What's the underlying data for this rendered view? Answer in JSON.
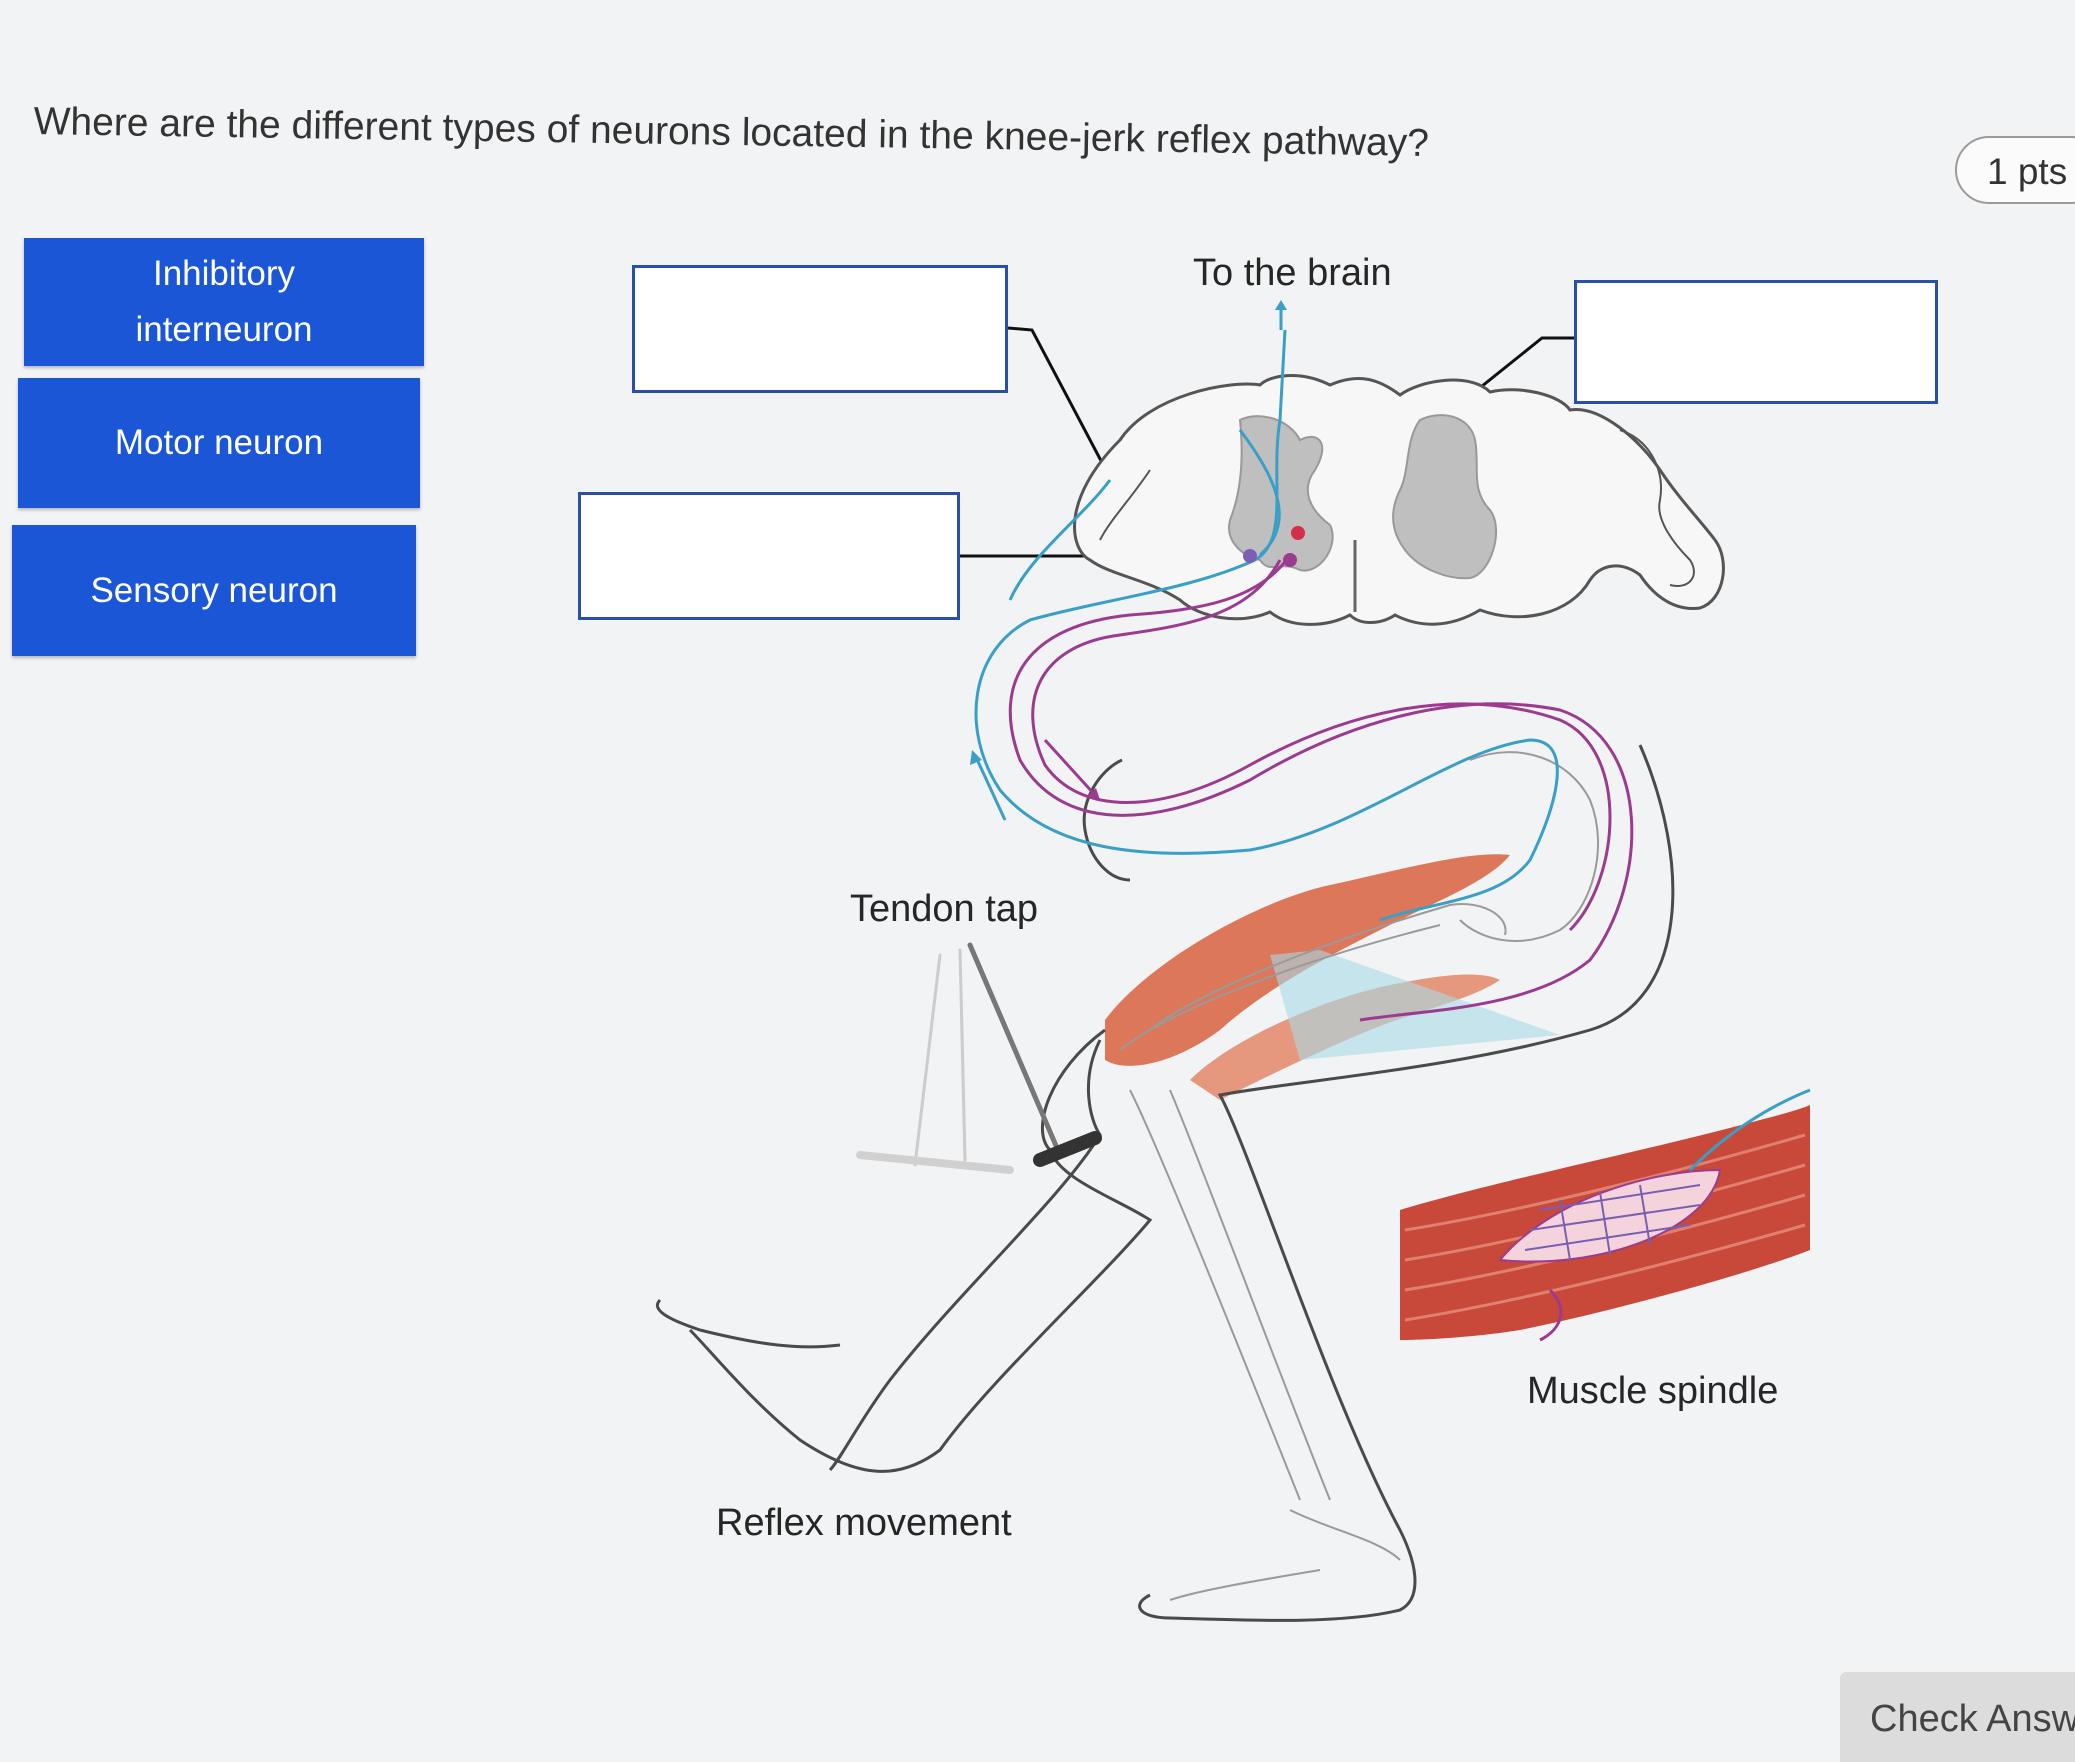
{
  "question": "Where are the different types of neurons located in the knee-jerk reflex pathway?",
  "points": "1 pts",
  "drag_items": [
    {
      "line1": "Inhibitory",
      "line2": "interneuron"
    },
    {
      "line1": "Motor neuron",
      "line2": ""
    },
    {
      "line1": "Sensory neuron",
      "line2": ""
    }
  ],
  "labels": {
    "to_brain": "To the brain",
    "tendon_tap": "Tendon tap",
    "muscle_spindle": "Muscle spindle",
    "reflex_movement": "Reflex movement"
  },
  "check_button": "Check Answ",
  "colors": {
    "accent": "#1a56d6",
    "sensory": "#3a9fc7",
    "motor": "#9b3b8f",
    "muscle": "#d9603e"
  }
}
